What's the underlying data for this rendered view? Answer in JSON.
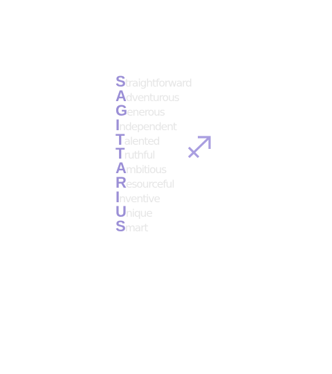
{
  "colors": {
    "initial": "#9b8fd6",
    "rest": "#e6e6e6",
    "symbol": "#a99ee0"
  },
  "symbol_icon": "sagittarius-icon",
  "words": [
    {
      "initial": "S",
      "rest": "traightforward"
    },
    {
      "initial": "A",
      "rest": "dventurous"
    },
    {
      "initial": "G",
      "rest": "enerous"
    },
    {
      "initial": "I",
      "rest": "ndependent"
    },
    {
      "initial": "T",
      "rest": "alented"
    },
    {
      "initial": "T",
      "rest": "ruthful"
    },
    {
      "initial": "A",
      "rest": "mbitious"
    },
    {
      "initial": "R",
      "rest": "esourceful"
    },
    {
      "initial": "I",
      "rest": "nventive"
    },
    {
      "initial": "U",
      "rest": "nique"
    },
    {
      "initial": "S",
      "rest": "mart"
    }
  ]
}
